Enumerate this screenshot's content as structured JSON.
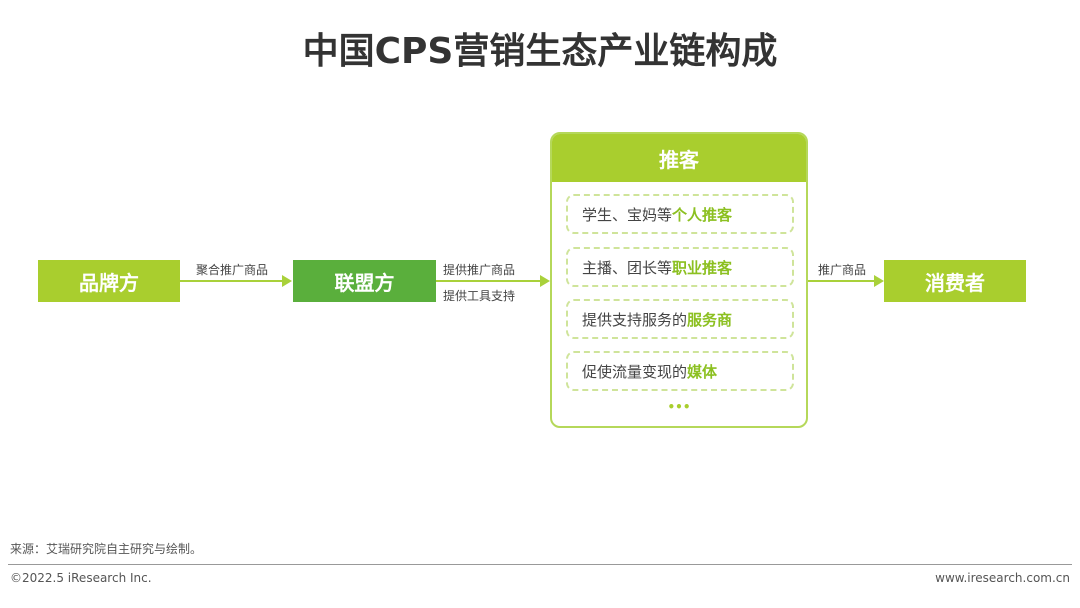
{
  "title": "中国CPS营销生态产业链构成",
  "nodes": {
    "brand": "品牌方",
    "alliance": "联盟方",
    "consumer": "消费者"
  },
  "edges": {
    "brand_alliance": "聚合推广商品",
    "alliance_promoter_1": "提供推广商品",
    "alliance_promoter_2": "提供工具支持",
    "promoter_consumer": "推广商品"
  },
  "promoter": {
    "title": "推客",
    "items": [
      {
        "text": "学生、宝妈等",
        "highlight": "个人推客"
      },
      {
        "text": "主播、团长等",
        "highlight": "职业推客"
      },
      {
        "text": "提供支持服务的",
        "highlight": "服务商"
      },
      {
        "text": "促使流量变现的",
        "highlight": "媒体"
      }
    ],
    "more": "•••"
  },
  "footer": {
    "source": "来源：艾瑞研究院自主研究与绘制。",
    "copyright": "©2022.5 iResearch Inc.",
    "website": "www.iresearch.com.cn"
  },
  "colors": {
    "light_green": "#a9ce2e",
    "dark_green": "#5aaf3c"
  }
}
